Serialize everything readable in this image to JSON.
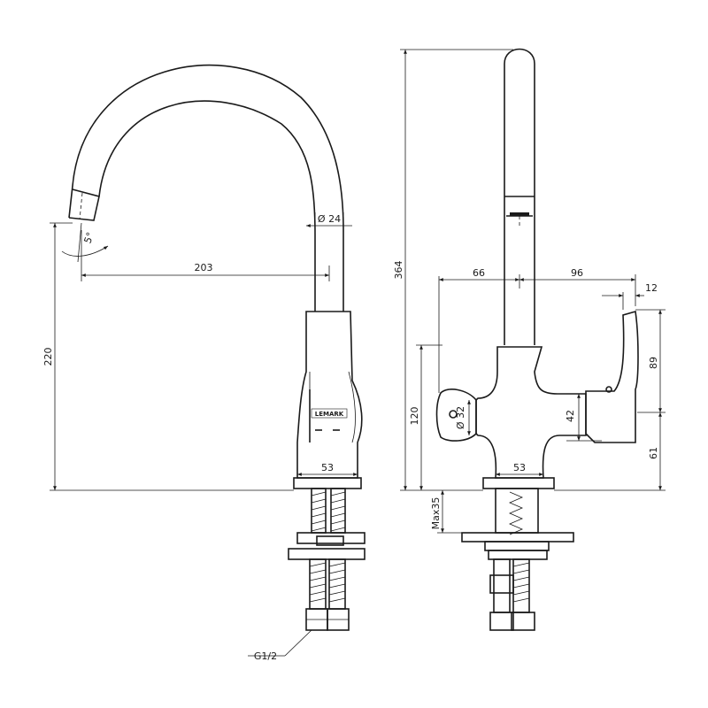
{
  "brand": "LEMARK",
  "side_view": {
    "dim_spout_diameter": "Ø 24",
    "dim_reach": "203",
    "dim_height": "220",
    "dim_body_width": "53",
    "dim_angle": "5°",
    "thread_label": "G1/2"
  },
  "front_view": {
    "dim_total_height": "364",
    "dim_left_offset": "66",
    "dim_right_offset": "96",
    "dim_handle_thickness": "12",
    "dim_handle_height": "89",
    "dim_lower_height": "61",
    "dim_left_height": "120",
    "dim_knob_diameter": "Ø 32",
    "dim_knob_height": "42",
    "dim_body_width": "53",
    "dim_max_deck": "Max35"
  }
}
